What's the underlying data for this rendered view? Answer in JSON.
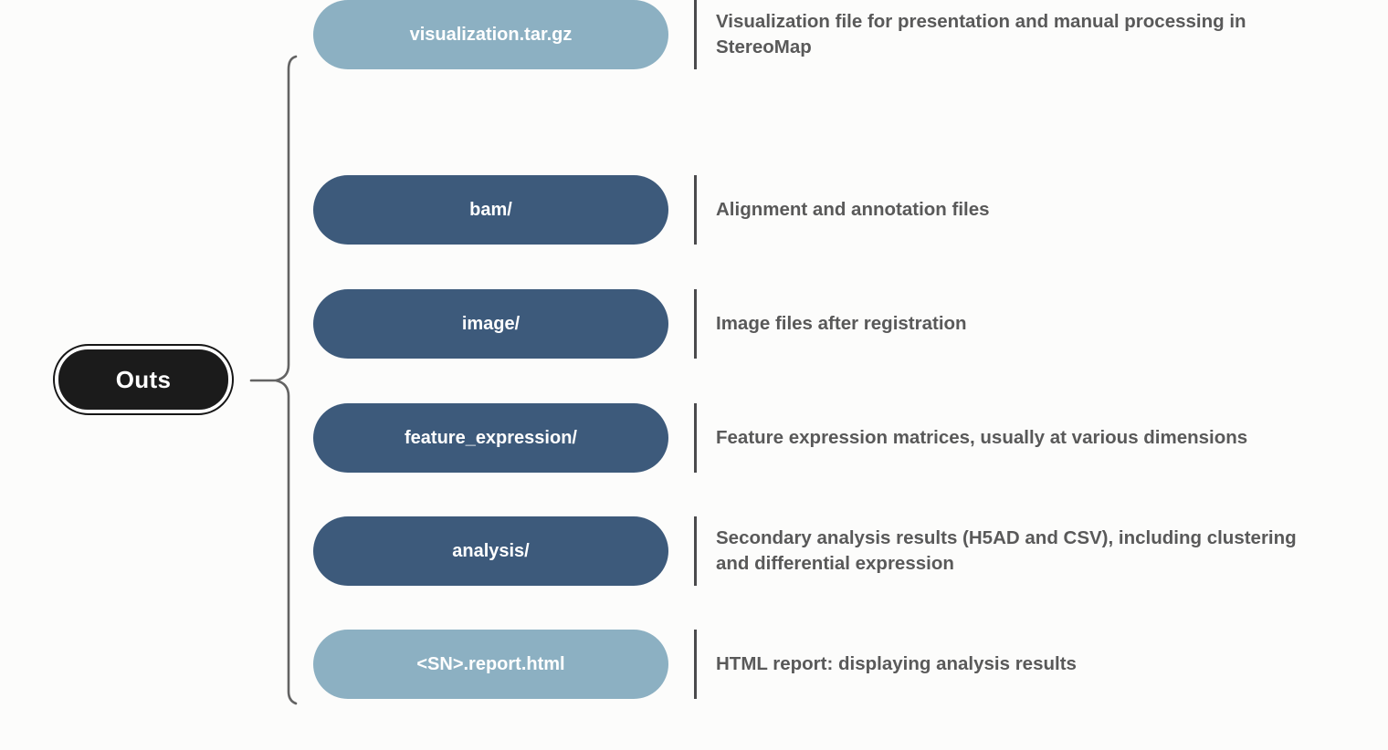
{
  "diagram": {
    "root": {
      "label": "Outs"
    },
    "rows": [
      {
        "label": "bam/",
        "description": "Alignment and annotation files",
        "variant": "dark"
      },
      {
        "label": "image/",
        "description": "Image files after registration",
        "variant": "dark"
      },
      {
        "label": "feature_expression/",
        "description": "Feature expression matrices, usually at various dimensions",
        "variant": "dark"
      },
      {
        "label": "analysis/",
        "description": "Secondary analysis results (H5AD and CSV), including clustering and differential expression",
        "variant": "dark"
      },
      {
        "label": "<SN>.report.html",
        "description": "HTML report: displaying analysis results",
        "variant": "light"
      },
      {
        "label": "visualization.tar.gz",
        "description": "Visualization file for presentation and manual processing in StereoMap",
        "variant": "light"
      }
    ],
    "colors": {
      "bg": "#fcfcfb",
      "dark_pill": "#3d5a7b",
      "light_pill": "#8cb0c2",
      "root_pill": "#1b1b1b",
      "desc_text": "#595959",
      "separator": "#4a4a4c",
      "brace": "#636363"
    }
  }
}
